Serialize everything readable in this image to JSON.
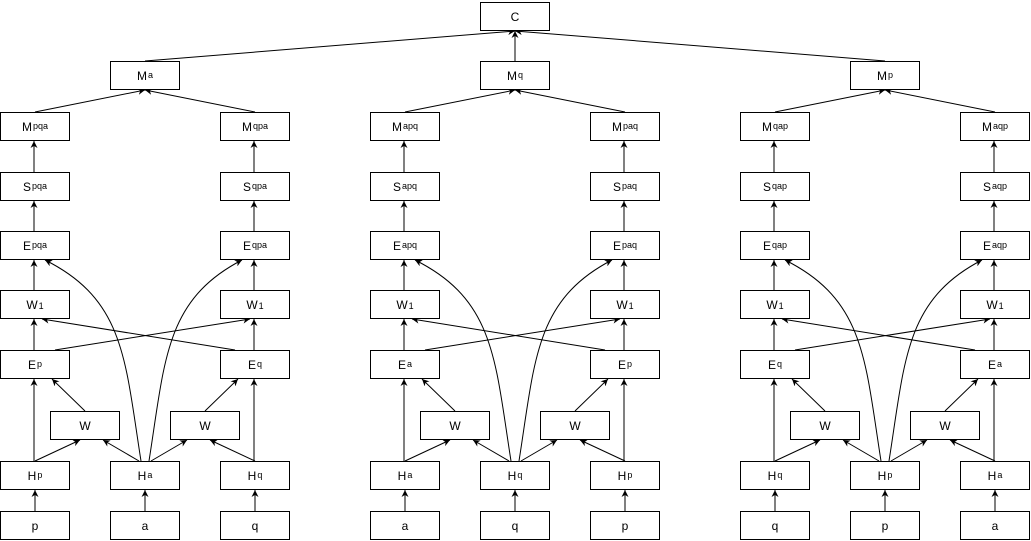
{
  "top": {
    "label": "C"
  },
  "columns": [
    {
      "m_top": {
        "base": "M",
        "sup": "a"
      },
      "inputs": [
        "p",
        "a",
        "q"
      ],
      "hidden": [
        {
          "base": "H",
          "sup": "p"
        },
        {
          "base": "H",
          "sup": "a"
        },
        {
          "base": "H",
          "sup": "q"
        }
      ],
      "w_label": "W",
      "w1": {
        "base": "W",
        "sub": "1"
      },
      "left": {
        "e": {
          "base": "E",
          "sup": "p"
        },
        "e2": {
          "base": "E",
          "sup": "pqa"
        },
        "s": {
          "base": "S",
          "sup": "pqa"
        },
        "m": {
          "base": "M",
          "sup": "pqa"
        }
      },
      "right": {
        "e": {
          "base": "E",
          "sup": "q"
        },
        "e2": {
          "base": "E",
          "sup": "qpa"
        },
        "s": {
          "base": "S",
          "sup": "qpa"
        },
        "m": {
          "base": "M",
          "sup": "qpa"
        }
      }
    },
    {
      "m_top": {
        "base": "M",
        "sup": "q"
      },
      "inputs": [
        "a",
        "q",
        "p"
      ],
      "hidden": [
        {
          "base": "H",
          "sup": "a"
        },
        {
          "base": "H",
          "sup": "q"
        },
        {
          "base": "H",
          "sup": "p"
        }
      ],
      "w_label": "W",
      "w1": {
        "base": "W",
        "sub": "1"
      },
      "left": {
        "e": {
          "base": "E",
          "sup": "a"
        },
        "e2": {
          "base": "E",
          "sup": "apq"
        },
        "s": {
          "base": "S",
          "sup": "apq"
        },
        "m": {
          "base": "M",
          "sup": "apq"
        }
      },
      "right": {
        "e": {
          "base": "E",
          "sup": "p"
        },
        "e2": {
          "base": "E",
          "sup": "paq"
        },
        "s": {
          "base": "S",
          "sup": "paq"
        },
        "m": {
          "base": "M",
          "sup": "paq"
        }
      }
    },
    {
      "m_top": {
        "base": "M",
        "sup": "p"
      },
      "inputs": [
        "q",
        "p",
        "a"
      ],
      "hidden": [
        {
          "base": "H",
          "sup": "q"
        },
        {
          "base": "H",
          "sup": "p"
        },
        {
          "base": "H",
          "sup": "a"
        }
      ],
      "w_label": "W",
      "w1": {
        "base": "W",
        "sub": "1"
      },
      "left": {
        "e": {
          "base": "E",
          "sup": "q"
        },
        "e2": {
          "base": "E",
          "sup": "qap"
        },
        "s": {
          "base": "S",
          "sup": "qap"
        },
        "m": {
          "base": "M",
          "sup": "qap"
        }
      },
      "right": {
        "e": {
          "base": "E",
          "sup": "a"
        },
        "e2": {
          "base": "E",
          "sup": "aqp"
        },
        "s": {
          "base": "S",
          "sup": "aqp"
        },
        "m": {
          "base": "M",
          "sup": "aqp"
        }
      }
    }
  ]
}
